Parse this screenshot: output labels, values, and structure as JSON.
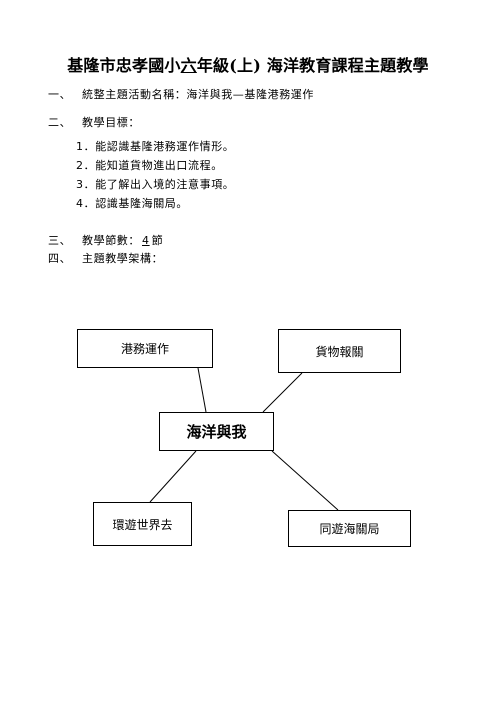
{
  "document": {
    "title_prefix": "基隆市忠孝國小",
    "title_underlined": "六",
    "title_suffix": "年級(上) 海洋教育課程主題教學"
  },
  "sections": {
    "s1_num": "一、",
    "s1_text": "統整主題活動名稱：海洋與我—基隆港務運作",
    "s2_num": "二、",
    "s2_text": "教學目標：",
    "goals": [
      "1．能認識基隆港務運作情形。",
      "2．能知道貨物進出口流程。",
      "3．能了解出入境的注意事項。",
      "4．認識基隆海關局。"
    ],
    "s3_num": "三、",
    "s3_label": "教學節數：",
    "s3_value": "4",
    "s3_unit": "節",
    "s4_num": "四、",
    "s4_text": "主題教學架構："
  },
  "diagram": {
    "center": "海洋與我",
    "top_left": "港務運作",
    "top_right": "貨物報關",
    "bottom_left": "環遊世界去",
    "bottom_right": "同遊海關局"
  }
}
